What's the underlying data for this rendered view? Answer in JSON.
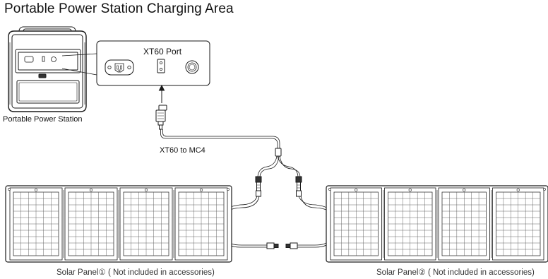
{
  "title": "Portable Power Station Charging Area",
  "labels": {
    "station": "Portable Power Station",
    "port": "XT60 Port",
    "cable": "XT60 to MC4",
    "panel1": "Solar Panel① ( Not included in accessories)",
    "panel2": "Solar Panel② ( Not included in accessories)"
  },
  "panels": [
    {
      "name": "solar-panel-1",
      "modules": 4
    },
    {
      "name": "solar-panel-2",
      "modules": 4
    }
  ],
  "colors": {
    "line": "#1a1a1a",
    "grid": "#555555",
    "background": "#ffffff"
  }
}
